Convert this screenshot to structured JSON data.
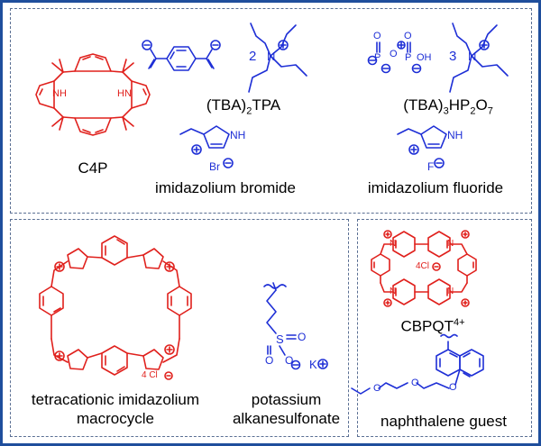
{
  "colors": {
    "frame": "#1f4e9c",
    "host": "#e0201c",
    "guest": "#1e2fd6",
    "text": "#000000"
  },
  "panel_top": {
    "c4p": {
      "label": "C4P",
      "nh": "NH",
      "hn": "HN"
    },
    "tba2tpa": {
      "label_main": "(TBA)",
      "sub1": "2",
      "label_tail": "TPA",
      "count": "2",
      "atom": "N"
    },
    "tba3hp2o7": {
      "label_main": "(TBA)",
      "sub1": "3",
      "label_mid": "HP",
      "sub2": "2",
      "label_o": "O",
      "sub3": "7",
      "count": "3",
      "atom": "N",
      "p": "P",
      "o": "O",
      "oh": "OH"
    },
    "imid_br": {
      "label": "imidazolium bromide",
      "nh": "NH",
      "anion": "Br"
    },
    "imid_f": {
      "label": "imidazolium fluoride",
      "nh": "NH",
      "anion": "F"
    }
  },
  "panel_bottom_left": {
    "macrocycle": {
      "line1": "tetracationic imidazolium",
      "line2": "macrocycle",
      "counterion": "4 Cl"
    },
    "sulfonate": {
      "line1": "potassium",
      "line2": "alkanesulfonate",
      "s": "S",
      "o": "O",
      "cation": "K"
    }
  },
  "panel_bottom_right": {
    "cbpqt": {
      "label": "CBPQT",
      "charge": "4+",
      "counterion": "4Cl",
      "n": "N"
    },
    "guest": {
      "label": "naphthalene guest",
      "o": "O"
    }
  }
}
